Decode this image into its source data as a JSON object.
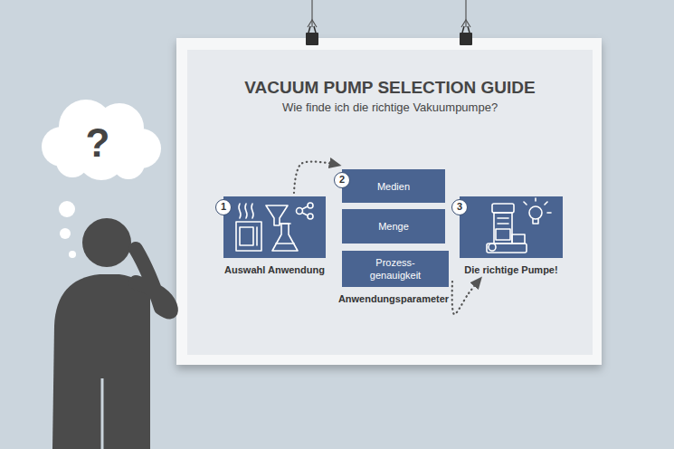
{
  "diagram": {
    "title": "VACUUM PUMP SELECTION GUIDE",
    "caption": "Wie finde ich die richtige Vakuumpumpe?",
    "nodes": [
      {
        "text": [
          "Auswahl Anwendung"
        ]
      },
      {
        "text": [
          "Medien"
        ]
      },
      {
        "text": [
          "Menge"
        ]
      },
      {
        "text": [
          "Prozess- genauigkeit"
        ]
      },
      {
        "text": [
          "Die richtige Pumpe!"
        ]
      }
    ],
    "edges": [
      {
        "from": 0,
        "to": 1,
        "arrow": "to"
      },
      {
        "from": 3,
        "to": 4,
        "arrow": "to"
      }
    ],
    "labels": [
      "?",
      "1",
      "2",
      "Anwendungsparameter",
      "3"
    ]
  }
}
